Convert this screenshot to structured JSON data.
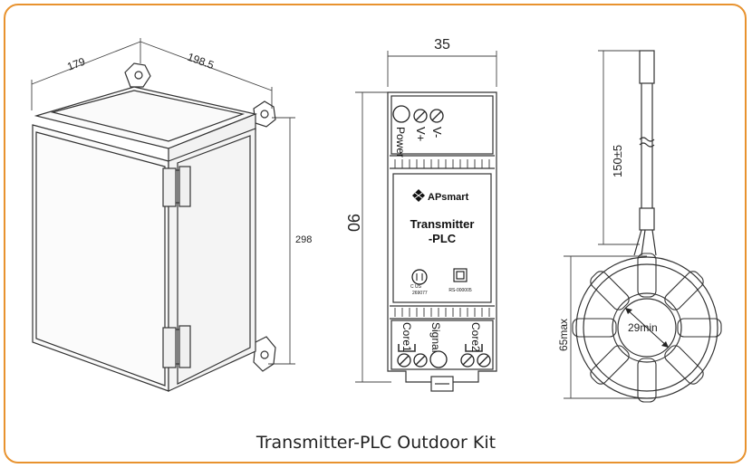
{
  "accent_color": "#e8922e",
  "caption": "Transmitter-PLC Outdoor Kit",
  "enclosure": {
    "dim_depth": "179",
    "dim_width": "198.5",
    "dim_height": "298"
  },
  "transmitter": {
    "dim_width": "35",
    "dim_height": "90",
    "terminal_vminus": "V-",
    "terminal_vplus": "V+",
    "terminal_power": "Power",
    "brand": "APsmart",
    "product_line1": "Transmitter",
    "product_line2": "-PLC",
    "cert_csa_number": "269077",
    "cert_csa_marks": "C  US",
    "cert_rs_number": "RS-000005",
    "terminal_core1": "Core1",
    "terminal_signal": "Signal",
    "terminal_core2": "Core2"
  },
  "core": {
    "dim_cable": "150±5",
    "dim_outer": "65max",
    "dim_inner": "29min"
  }
}
